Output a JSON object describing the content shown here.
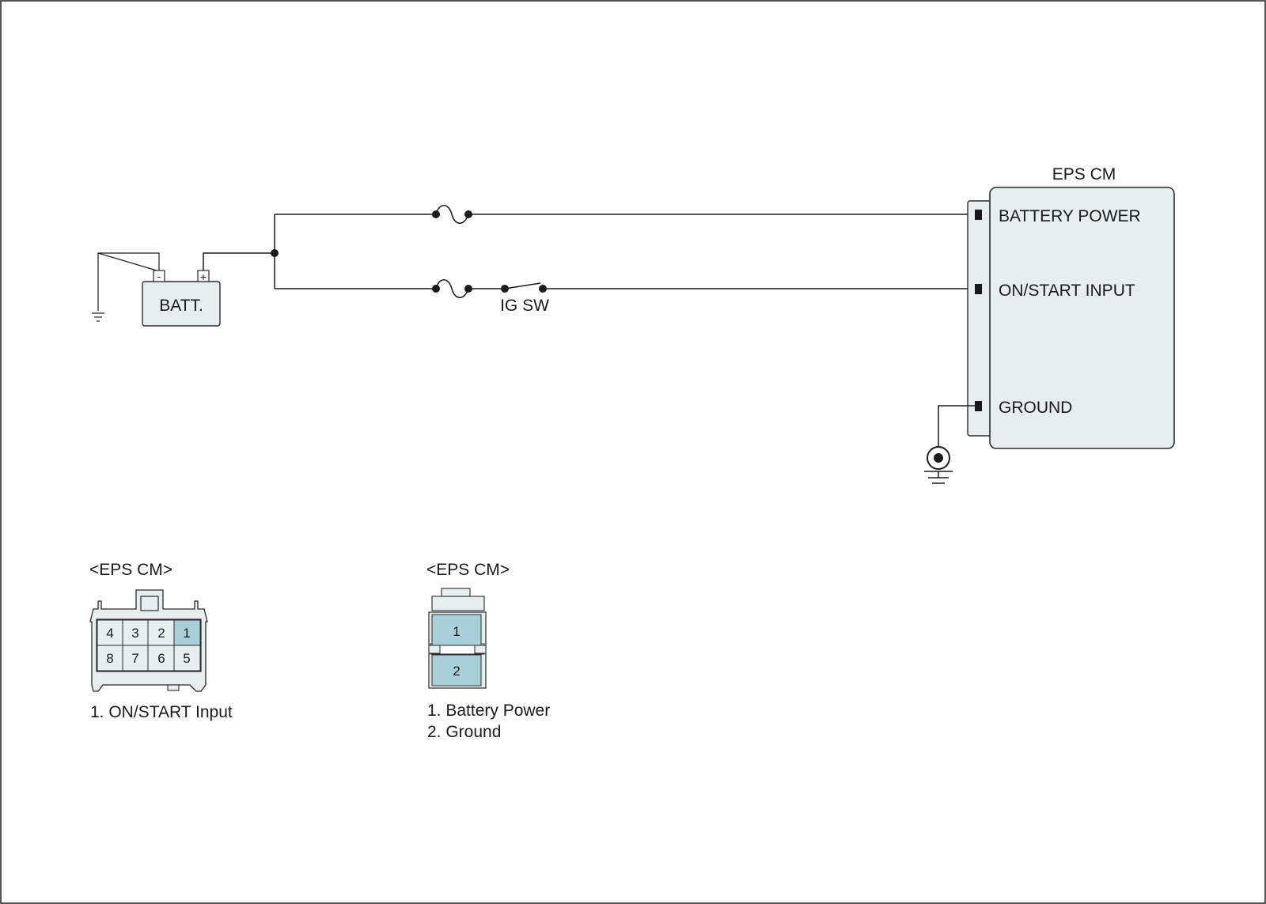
{
  "battery": {
    "label": "BATT.",
    "neg_symbol": "-",
    "pos_symbol": "+"
  },
  "switch": {
    "label": "IG SW"
  },
  "module": {
    "title": "EPS CM",
    "terminals": [
      "BATTERY POWER",
      "ON/START INPUT",
      "GROUND"
    ]
  },
  "connector_a": {
    "title": "<EPS CM>",
    "pins_top": [
      "4",
      "3",
      "2",
      "1"
    ],
    "pins_bottom": [
      "8",
      "7",
      "6",
      "5"
    ],
    "highlighted_pin": "1",
    "legend": [
      "1. ON/START Input"
    ]
  },
  "connector_b": {
    "title": "<EPS CM>",
    "pins": [
      "1",
      "2"
    ],
    "highlighted_pins": [
      "1",
      "2"
    ],
    "legend": [
      "1. Battery Power",
      "2. Ground"
    ]
  },
  "colors": {
    "module_fill": "#e6eef0",
    "highlight_pin": "#a9cfd8",
    "line": "#1a1a1a"
  }
}
